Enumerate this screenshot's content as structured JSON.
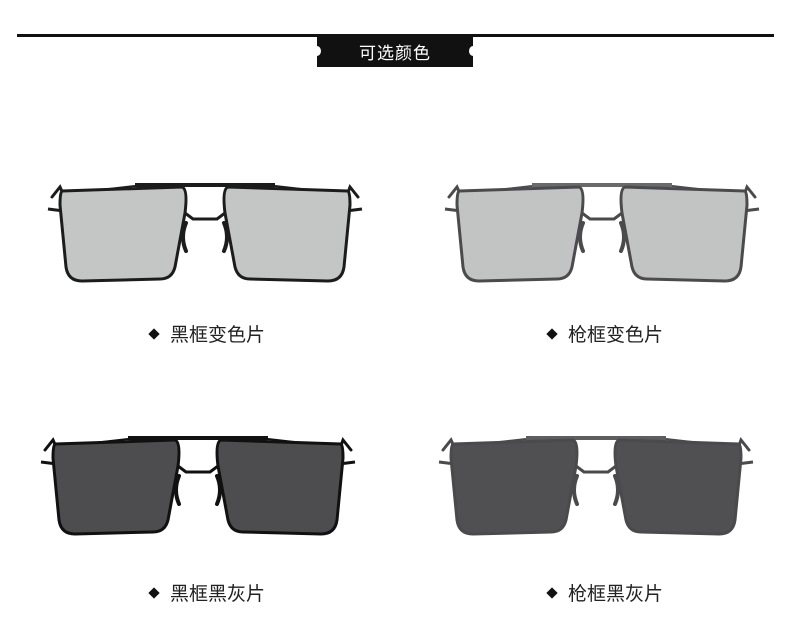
{
  "header": {
    "title": "可选颜色"
  },
  "variants": [
    {
      "label": "黑框变色片",
      "frame_color": "#1c1c1c",
      "lens_color": "#c4c6c5",
      "bridge_color": "#1c1c1c"
    },
    {
      "label": "枪框变色片",
      "frame_color": "#4b4b4d",
      "lens_color": "#c2c3c3",
      "bridge_color": "#6a6a6c"
    },
    {
      "label": "黑框黑灰片",
      "frame_color": "#111111",
      "lens_color": "#4d4d4f",
      "bridge_color": "#111111"
    },
    {
      "label": "枪框黑灰片",
      "frame_color": "#4a4a4c",
      "lens_color": "#505052",
      "bridge_color": "#5e5e60"
    }
  ]
}
